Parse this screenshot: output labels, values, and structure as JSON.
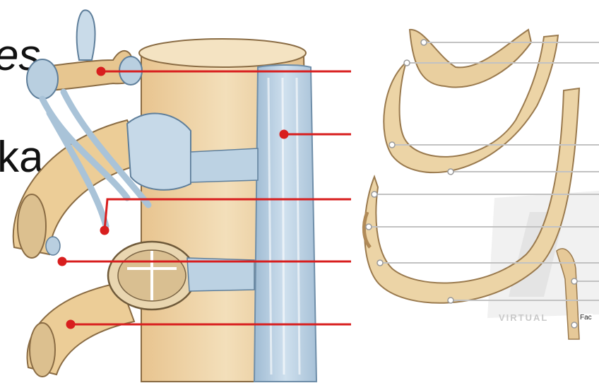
{
  "slide": {
    "left_text_fragments": [
      "es",
      "ka"
    ]
  },
  "watermark": {
    "text": "VIRTUAL",
    "credit": "Fac"
  },
  "colors": {
    "leader_line": "#d81e1e",
    "leader_dot": "#d81e1e",
    "ref_line": "#bdbdbd",
    "bone": "#ecd3a6",
    "cartilage": "#b9cfe0"
  },
  "icons": [
    "vertebral-column-illustration",
    "rib-illustration"
  ]
}
